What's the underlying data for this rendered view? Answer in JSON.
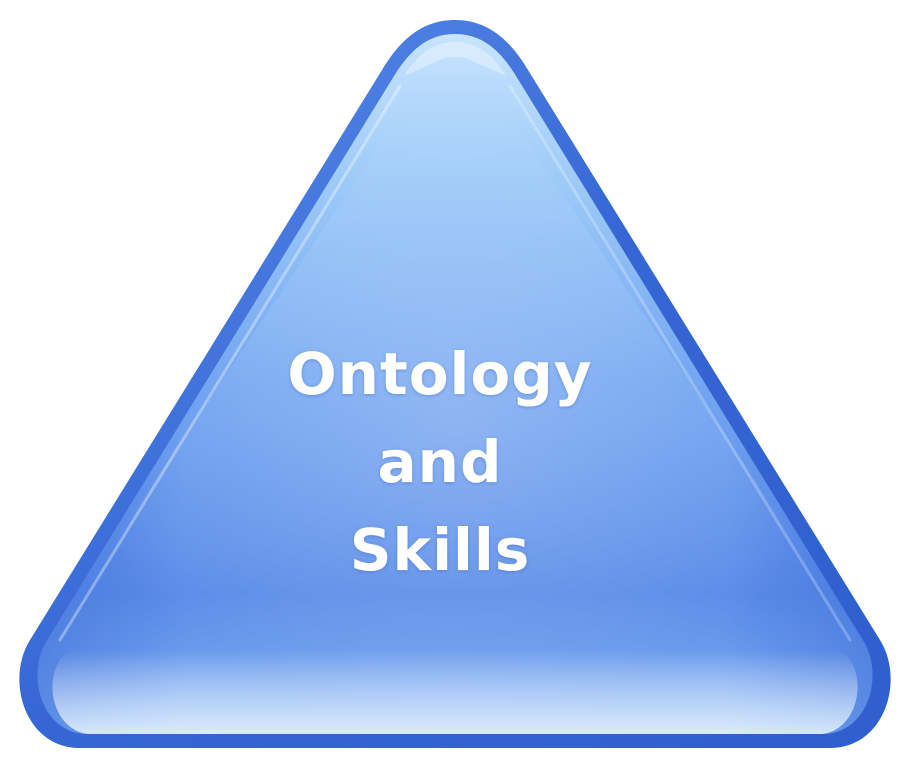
{
  "label": {
    "line1": "Ontology",
    "line2": "and",
    "line3": "Skills"
  },
  "colors": {
    "background": "#ffffff",
    "triangle_edge": "#3f73d9",
    "triangle_fill_top": "#b9dcfb",
    "triangle_fill_mid": "#6f9ff0",
    "triangle_fill_bottom": "#4b7de2",
    "text": "#ffffff"
  },
  "icons": {
    "shape": "glossy-triangle-icon"
  }
}
